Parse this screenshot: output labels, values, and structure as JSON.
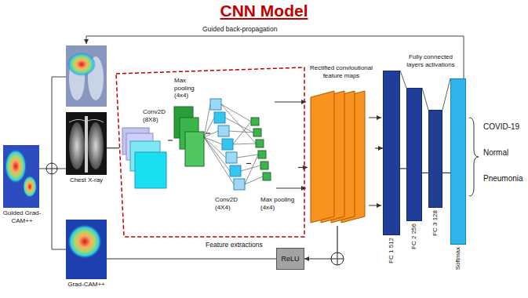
{
  "diagram": {
    "title": "CNN Model",
    "nodes": [
      {
        "text": [
          "Guided Grad-CAM++"
        ]
      },
      {
        "text": [
          "Chest X-ray"
        ]
      },
      {
        "text": [
          "Grad-CAM++"
        ]
      },
      {
        "text": [
          "Conv2D (8X8)"
        ]
      },
      {
        "text": [
          "Max pooling (4x4)"
        ]
      },
      {
        "text": [
          "Conv2D (4X4)"
        ]
      },
      {
        "text": [
          "Max pooling (4x4)"
        ]
      },
      {
        "text": [
          "Rectified convloutional feature maps"
        ]
      },
      {
        "text": [
          "ReLU"
        ]
      },
      {
        "text": [
          "FC 1 512"
        ]
      },
      {
        "text": [
          "FC 2 256"
        ]
      },
      {
        "text": [
          "FC 3 128"
        ]
      },
      {
        "text": [
          "Softmax"
        ]
      }
    ],
    "edges": [
      {
        "from": 1,
        "to": 3,
        "arrow": "none"
      },
      {
        "from": 3,
        "to": 4,
        "arrow": "none"
      },
      {
        "from": 4,
        "to": 5,
        "arrow": "none"
      },
      {
        "from": 5,
        "to": 6,
        "arrow": "none"
      },
      {
        "from": 6,
        "to": 7,
        "arrow": "to"
      },
      {
        "from": 7,
        "to": 9,
        "arrow": "to"
      },
      {
        "from": 9,
        "to": 10,
        "arrow": "none"
      },
      {
        "from": 10,
        "to": 11,
        "arrow": "none"
      },
      {
        "from": 11,
        "to": 12,
        "arrow": "none"
      },
      {
        "from": 7,
        "to": 8,
        "arrow": "to"
      },
      {
        "from": 8,
        "to": 2,
        "arrow": "none"
      }
    ],
    "labels": [
      "Guided back-propagation",
      "Feature extractions",
      "Fully connected layers activations",
      "COVID-19",
      "Normal",
      "Pneumonia"
    ]
  }
}
